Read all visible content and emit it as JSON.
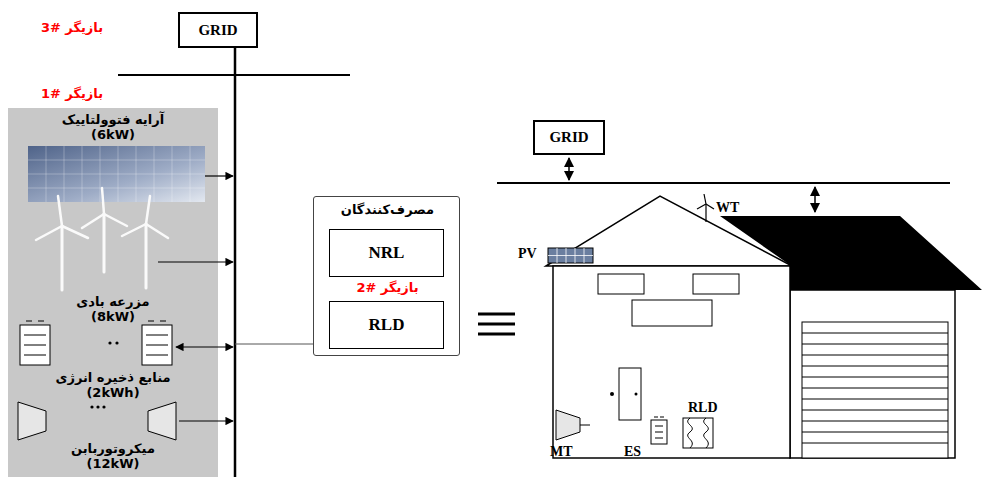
{
  "diagram": {
    "nodes": [
      {
        "text": [
          "GRID"
        ]
      },
      {
        "text": [
          "بازیگر #1",
          "آرایه فتوولتاییک (6kW)",
          "مزرعه بادی (8kW)",
          "منابع ذخیره انرژی (2kWh)",
          "میکروتوربابن (12kW)"
        ]
      },
      {
        "text": [
          "مصرف‌کنندگان",
          "بازیگر #2"
        ]
      },
      {
        "text": [
          "NRL"
        ],
        "in": 2
      },
      {
        "text": [
          "RLD"
        ],
        "in": 2
      },
      {
        "text": [
          "GRID"
        ]
      }
    ],
    "labels": [
      "بازیگر #3",
      "PV",
      "WT",
      "MT",
      "ES",
      "RLD"
    ]
  }
}
